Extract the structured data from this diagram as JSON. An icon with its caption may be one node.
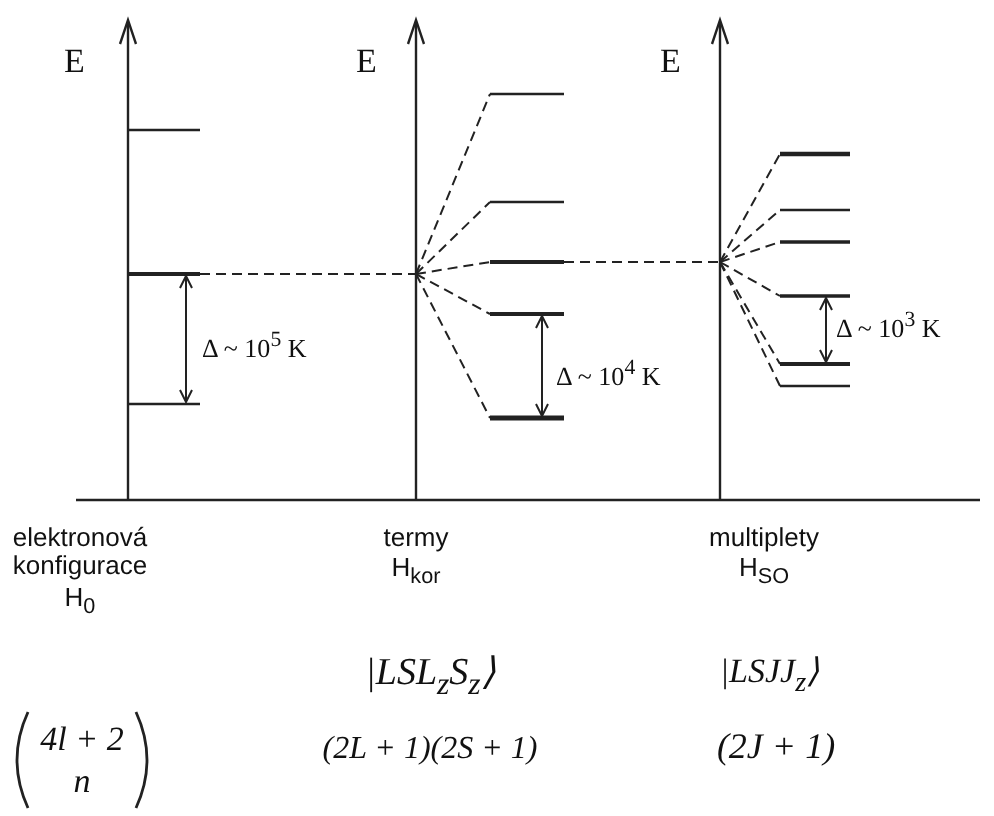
{
  "diagram": {
    "labels": [
      "E",
      "E",
      "E",
      "Δ ~ 10$^{5}$ K",
      "Δ ~ 10$^{4}$ K",
      "Δ ~ 10$^{3}$ K",
      "elektronová konfigurace",
      "H$_{0}$",
      "termy",
      "H$_{kor}$",
      "multiplety",
      "H$_{SO}$",
      "|LSL$_{z}$S$_{z}$⟩",
      "|LSJJ$_{z}$⟩",
      "4l + 2",
      "n",
      "(2L + 1)(2S + 1)",
      "(2J + 1)"
    ]
  }
}
